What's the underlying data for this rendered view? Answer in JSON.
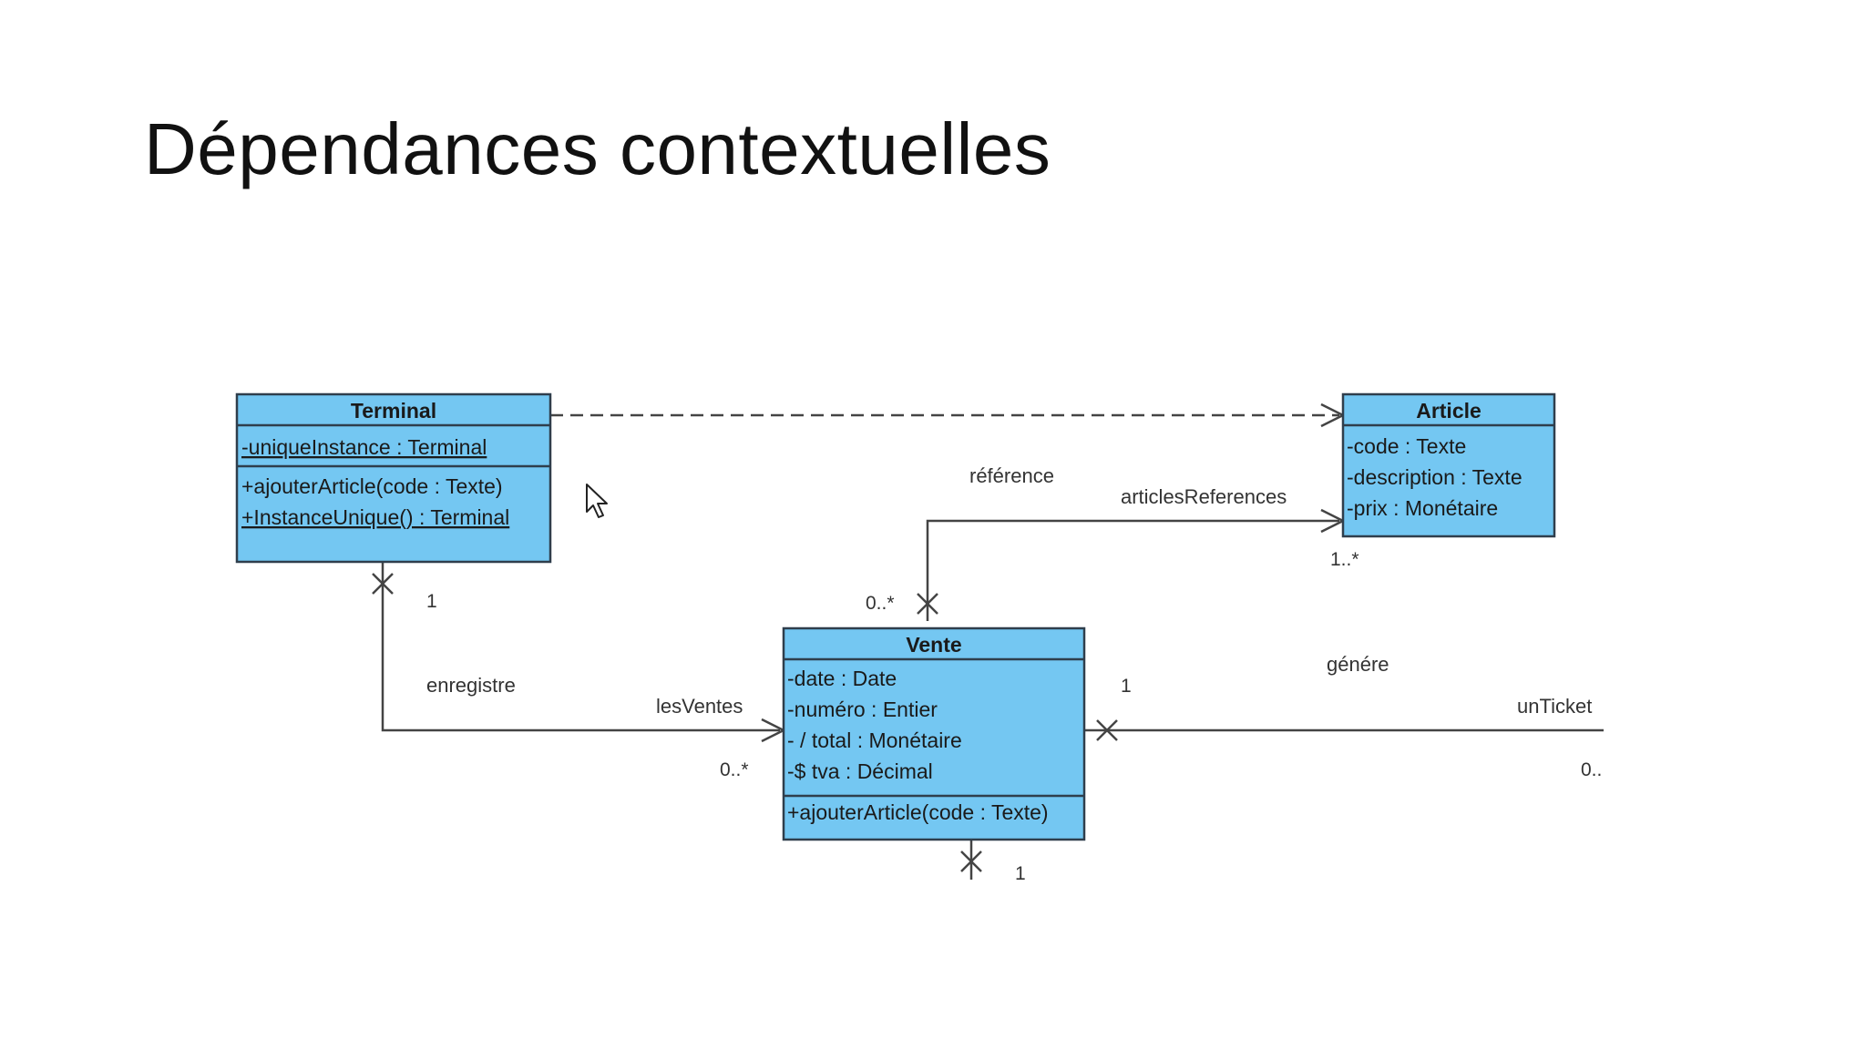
{
  "slide": {
    "title": "Dépendances contextuelles"
  },
  "diagram": {
    "classes": {
      "terminal": {
        "name": "Terminal",
        "attributes": [
          "-uniqueInstance : Terminal"
        ],
        "operations": [
          "+ajouterArticle(code : Texte)",
          "+InstanceUnique() : Terminal"
        ]
      },
      "article": {
        "name": "Article",
        "attributes": [
          "-code : Texte",
          "-description : Texte",
          "-prix : Monétaire"
        ],
        "operations": []
      },
      "vente": {
        "name": "Vente",
        "attributes": [
          "-date : Date",
          "-numéro : Entier",
          "- / total : Monétaire",
          "-$ tva : Décimal"
        ],
        "operations": [
          "+ajouterArticle(code : Texte)"
        ]
      }
    },
    "associations": {
      "reference": {
        "name": "référence",
        "role": "articlesReferences",
        "mult_source": "0..*",
        "mult_target": "1..*"
      },
      "enregistre": {
        "name": "enregistre",
        "role": "lesVentes",
        "mult_source": "1",
        "mult_target": "0..*"
      },
      "genere": {
        "name": "génére",
        "role": "unTicket",
        "mult_source": "1",
        "mult_target": "0.."
      },
      "vente_bottom": {
        "mult_source": "1"
      }
    },
    "colors": {
      "class_fill": "#74c7f2",
      "class_border": "#2f3e4c",
      "line": "#444444"
    },
    "icons": [
      "mouse-cursor-icon"
    ]
  }
}
